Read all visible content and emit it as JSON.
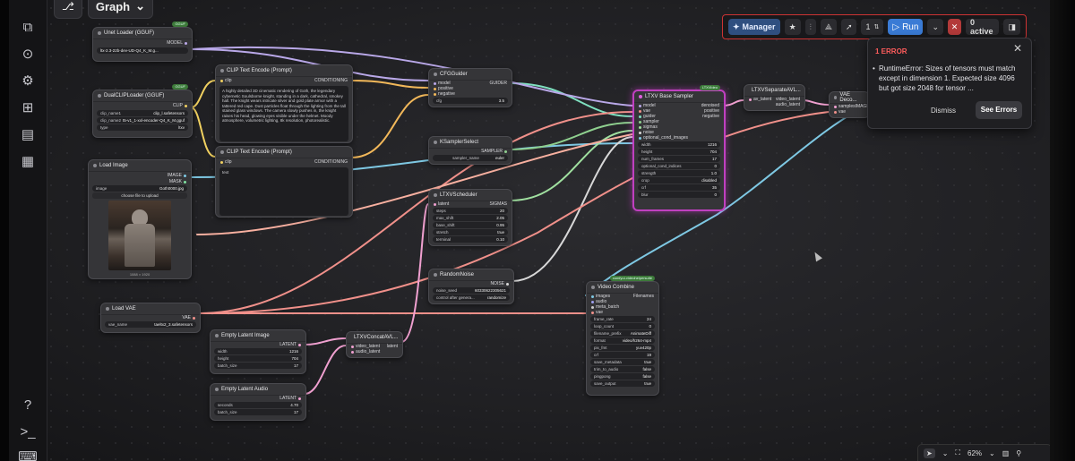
{
  "topbar": {
    "graph_label": "Graph"
  },
  "toolbar": {
    "manager_label": "Manager",
    "queue_count": "1",
    "run_label": "Run",
    "active_label": "0 active"
  },
  "error_panel": {
    "title": "1 ERROR",
    "message": "RuntimeError: Sizes of tensors must match except in dimension 1. Expected size 4096 but got size 2048 for tensor ...",
    "dismiss_label": "Dismiss",
    "see_errors_label": "See Errors"
  },
  "bottom": {
    "zoom": "62%"
  },
  "nodes": {
    "unet": {
      "title": "Unet Loader (GGUF)",
      "badge": "GGUF",
      "output": "MODEL",
      "widget_value": "ltx-2.3-22b-dev-UD-Q4_K_M.g..."
    },
    "dualclip": {
      "title": "DualCLIPLoader (GGUF)",
      "badge": "GGUF",
      "output": "CLIP",
      "widgets": [
        {
          "k": "clip_name1",
          "v": "clip_l.safetensors"
        },
        {
          "k": "clip_name2",
          "v": "t5-v1_1-xxl-encoder-Q4_K_M.gguf"
        },
        {
          "k": "type",
          "v": "ltxv"
        }
      ]
    },
    "clip_pos": {
      "title": "CLIP Text Encode (Prompt)",
      "input": "clip",
      "output": "CONDITIONING",
      "text": "A highly detailed 3D cinematic rendering of Goth, the legendary cybernetic Soulsborne knight, standing in a dark, cathedral, smokey hall. The knight wears intricate silver and gold plate armor with a tattered red cape. Dust particles float through the lighting from the tall stained glass windows. The camera slowly pushes in, the knight raises his head, glowing eyes visible under the helmet. Moody atmosphere, volumetric lighting, 8k resolution, photorealistic."
    },
    "clip_neg": {
      "title": "CLIP Text Encode (Prompt)",
      "input": "clip",
      "output": "CONDITIONING",
      "text": "text"
    },
    "load_image": {
      "title": "Load Image",
      "outputs": [
        "IMAGE",
        "MASK"
      ],
      "widget_key": "image",
      "widget_value": "Goth0000.jpg",
      "upload_label": "choose file to upload",
      "caption": "1088 × 1920"
    },
    "cfg": {
      "title": "CFGGuider",
      "inputs": [
        "model",
        "positive",
        "negative"
      ],
      "output": "GUIDER",
      "widget_key": "cfg",
      "widget_value": "3.5"
    },
    "ksampler_select": {
      "title": "KSamplerSelect",
      "output": "SAMPLER",
      "widget_key": "sampler_name",
      "widget_value": "euler"
    },
    "scheduler": {
      "title": "LTXVScheduler",
      "input": "latent",
      "output": "SIGMAS",
      "widgets": [
        {
          "k": "steps",
          "v": "20"
        },
        {
          "k": "max_shift",
          "v": "2.05"
        },
        {
          "k": "base_shift",
          "v": "0.95"
        },
        {
          "k": "stretch",
          "v": "true"
        },
        {
          "k": "terminal",
          "v": "0.10"
        }
      ]
    },
    "noise": {
      "title": "RandomNoise",
      "output": "NOISE",
      "widgets": [
        {
          "k": "noise_seed",
          "v": "60330622305621"
        },
        {
          "k": "control after genera...",
          "v": "randomize"
        }
      ]
    },
    "sampler": {
      "title": "LTXV Base Sampler",
      "badge": "LTXVideo",
      "inputs": [
        "model",
        "vae",
        "guider",
        "sampler",
        "sigmas",
        "noise",
        "optional_cond_images"
      ],
      "outputs": [
        "denoised",
        "positive",
        "negative"
      ],
      "widgets": [
        {
          "k": "width",
          "v": "1216"
        },
        {
          "k": "height",
          "v": "704"
        },
        {
          "k": "num_frames",
          "v": "17"
        },
        {
          "k": "optional_cond_indices",
          "v": "0"
        },
        {
          "k": "strength",
          "v": "1.0"
        },
        {
          "k": "crop",
          "v": "disabled"
        },
        {
          "k": "crf",
          "v": "35"
        },
        {
          "k": "blur",
          "v": "0"
        }
      ]
    },
    "separate": {
      "title": "LTXVSeparateAVL...",
      "input": "av_latent",
      "outputs": [
        "video_latent",
        "audio_latent"
      ]
    },
    "vae_decode": {
      "title": "VAE Deco...",
      "inputs": [
        "samples",
        "vae"
      ],
      "output": "IMAGE"
    },
    "load_vae": {
      "title": "Load VAE",
      "output": "VAE",
      "widget_key": "vae_name",
      "widget_value": "taeltx2_3.safetensors"
    },
    "empty_latent": {
      "title": "Empty Latent Image",
      "output": "LATENT",
      "widgets": [
        {
          "k": "width",
          "v": "1216"
        },
        {
          "k": "height",
          "v": "704"
        },
        {
          "k": "batch_size",
          "v": "17"
        }
      ]
    },
    "empty_audio": {
      "title": "Empty Latent Audio",
      "output": "LATENT",
      "widgets": [
        {
          "k": "seconds",
          "v": "4.70"
        },
        {
          "k": "batch_size",
          "v": "17"
        }
      ]
    },
    "concat": {
      "title": "LTXVConcatAVL...",
      "inputs": [
        "video_latent",
        "audio_latent"
      ],
      "output": "latent"
    },
    "video_combine": {
      "title": "Video Combine",
      "badge": "comfyui-videohelpersuite",
      "filenames": "Filenames",
      "inputs": [
        "images",
        "audio",
        "meta_batch",
        "vae"
      ],
      "widgets": [
        {
          "k": "frame_rate",
          "v": "24"
        },
        {
          "k": "loop_count",
          "v": "0"
        },
        {
          "k": "filename_prefix",
          "v": "AnimateDiff"
        },
        {
          "k": "format",
          "v": "video/h264-mp4"
        },
        {
          "k": "pix_fmt",
          "v": "yuv420p"
        },
        {
          "k": "crf",
          "v": "19"
        },
        {
          "k": "save_metadata",
          "v": "true"
        },
        {
          "k": "trim_to_audio",
          "v": "false"
        },
        {
          "k": "pingpong",
          "v": "false"
        },
        {
          "k": "save_output",
          "v": "true"
        }
      ]
    }
  }
}
